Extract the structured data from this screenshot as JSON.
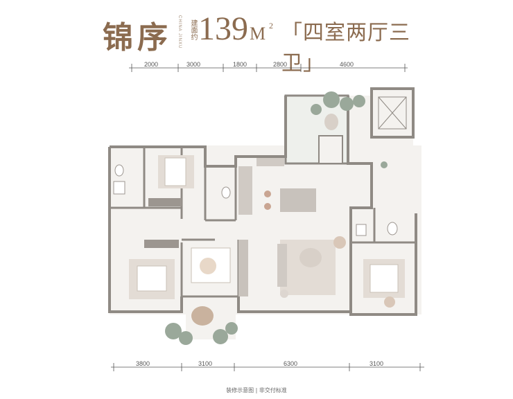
{
  "title": {
    "name": "锦序",
    "english_vertical": "CHINA JINXU",
    "area_label_vertical": "建面约",
    "area_value": "139",
    "area_unit": "M",
    "area_unit_sup": "2",
    "layout_type": "「四室两厅三卫」"
  },
  "dimensions_top": [
    "2000",
    "3000",
    "1800",
    "2800",
    "4600"
  ],
  "dimensions_bottom": [
    "3800",
    "3100",
    "6300",
    "3100"
  ],
  "footer": "装修示意图 | 非交付标准",
  "colors": {
    "brand": "#8b6b4f",
    "wall": "#8f8a84",
    "floor": "#f4f2ef",
    "rug": "#e3dcd5",
    "plant": "#9aa89a"
  }
}
